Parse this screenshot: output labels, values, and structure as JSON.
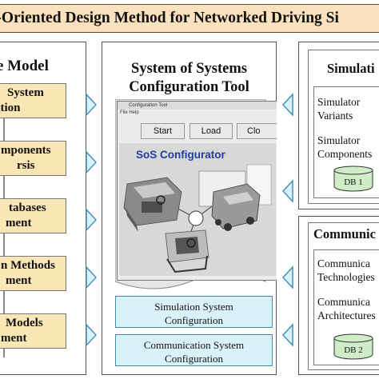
{
  "title": "ication-Oriented Design Method for Networked Driving Si",
  "left_panel": {
    "heading": "e Model",
    "boxes": [
      {
        "line1": "System",
        "line2": "ation"
      },
      {
        "line1": "mponents",
        "line2": "rsis"
      },
      {
        "line1": "tabases",
        "line2": "ment"
      },
      {
        "line1": "n Methods",
        "line2": "ment"
      },
      {
        "line1": "Models",
        "line2": "ment"
      }
    ]
  },
  "center_panel": {
    "heading_line1": "System of Systems",
    "heading_line2": "Configuration Tool",
    "window_title": "Configuration Tool",
    "window_menu": "File  Help",
    "buttons": {
      "start": "Start",
      "load": "Load",
      "close": "Clo"
    },
    "canvas_label": "SoS Configurator",
    "simulation_box": {
      "line1": "Simulation System",
      "line2": "Configuration"
    },
    "communication_box": {
      "line1": "Communication System",
      "line2": "Configuration"
    }
  },
  "right_top": {
    "heading": "Simulati",
    "item1_line1": "Simulator",
    "item1_line2": "Variants",
    "item2_line1": "Simulator",
    "item2_line2": "Components",
    "db": "DB 1"
  },
  "right_bottom": {
    "heading": "Communic",
    "item1_line1": "Communica",
    "item1_line2": "Technologies",
    "item2_line1": "Communica",
    "item2_line2": "Architectures",
    "db": "DB 2"
  },
  "colors": {
    "banner": "#fbe2bf",
    "left_box": "#fbe7b5",
    "blue_box": "#d9f1f8",
    "arrow": "#4a8fb8",
    "sos_text": "#1f3f9a",
    "db": "#cfeec8"
  }
}
